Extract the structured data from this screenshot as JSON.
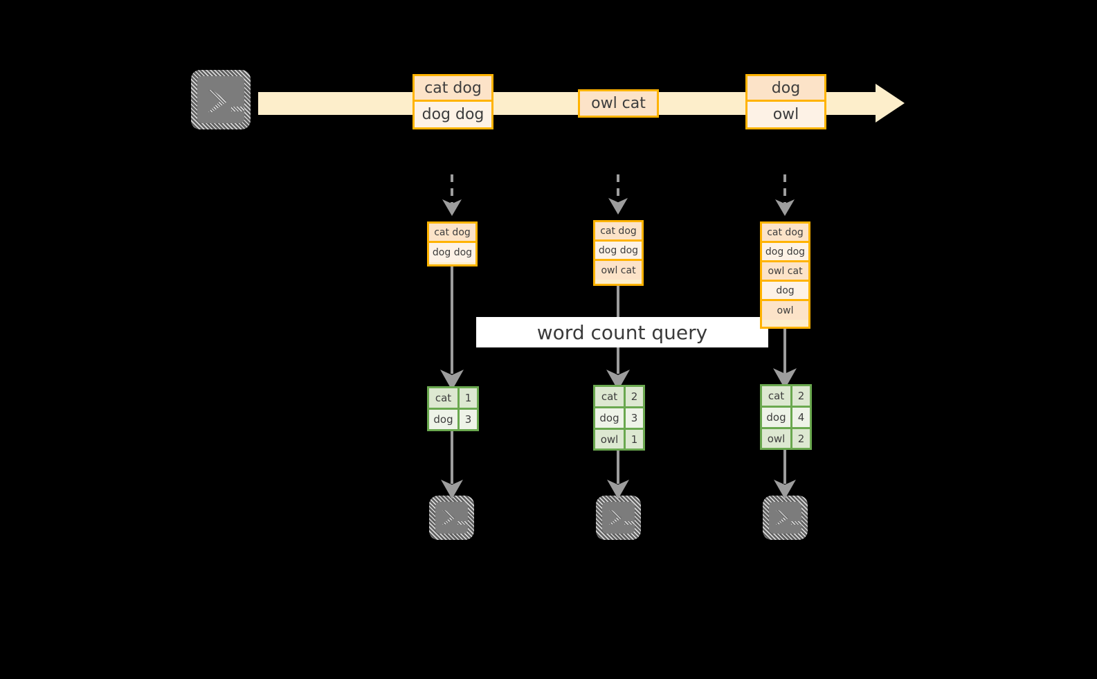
{
  "diagram": {
    "title_banner": {
      "label": "word count query"
    },
    "colors": {
      "background": "#000000",
      "stream_fill": "#fdeecb",
      "record_border": "#ffb300",
      "record_cell_dark": "#fce3c8",
      "record_cell_light": "#fdf2e6",
      "table_border": "#6aa84f",
      "table_cell_dark": "#dde8d1",
      "table_cell_light": "#eef3e8",
      "arrow": "#9d9d9d",
      "console_fill": "#7c7c7c",
      "banner_fill": "#ffffff",
      "text": "#3d3d3d"
    },
    "source": {
      "icon": "terminal-icon"
    },
    "stream": {
      "records": [
        {
          "lines": [
            "cat dog",
            "dog dog"
          ]
        },
        {
          "lines": [
            "owl cat"
          ]
        },
        {
          "lines": [
            "dog",
            "owl"
          ]
        }
      ]
    },
    "snapshots": [
      {
        "lines": [
          "cat dog",
          "dog dog"
        ]
      },
      {
        "lines": [
          "cat dog",
          "dog dog",
          "owl cat"
        ]
      },
      {
        "lines": [
          "cat dog",
          "dog dog",
          "owl cat",
          "dog",
          "owl"
        ]
      }
    ],
    "results": [
      {
        "rows": [
          {
            "word": "cat",
            "count": "1"
          },
          {
            "word": "dog",
            "count": "3"
          }
        ]
      },
      {
        "rows": [
          {
            "word": "cat",
            "count": "2"
          },
          {
            "word": "dog",
            "count": "3"
          },
          {
            "word": "owl",
            "count": "1"
          }
        ]
      },
      {
        "rows": [
          {
            "word": "cat",
            "count": "2"
          },
          {
            "word": "dog",
            "count": "4"
          },
          {
            "word": "owl",
            "count": "2"
          }
        ]
      }
    ],
    "sinks": [
      {
        "icon": "terminal-icon"
      },
      {
        "icon": "terminal-icon"
      },
      {
        "icon": "terminal-icon"
      }
    ]
  }
}
